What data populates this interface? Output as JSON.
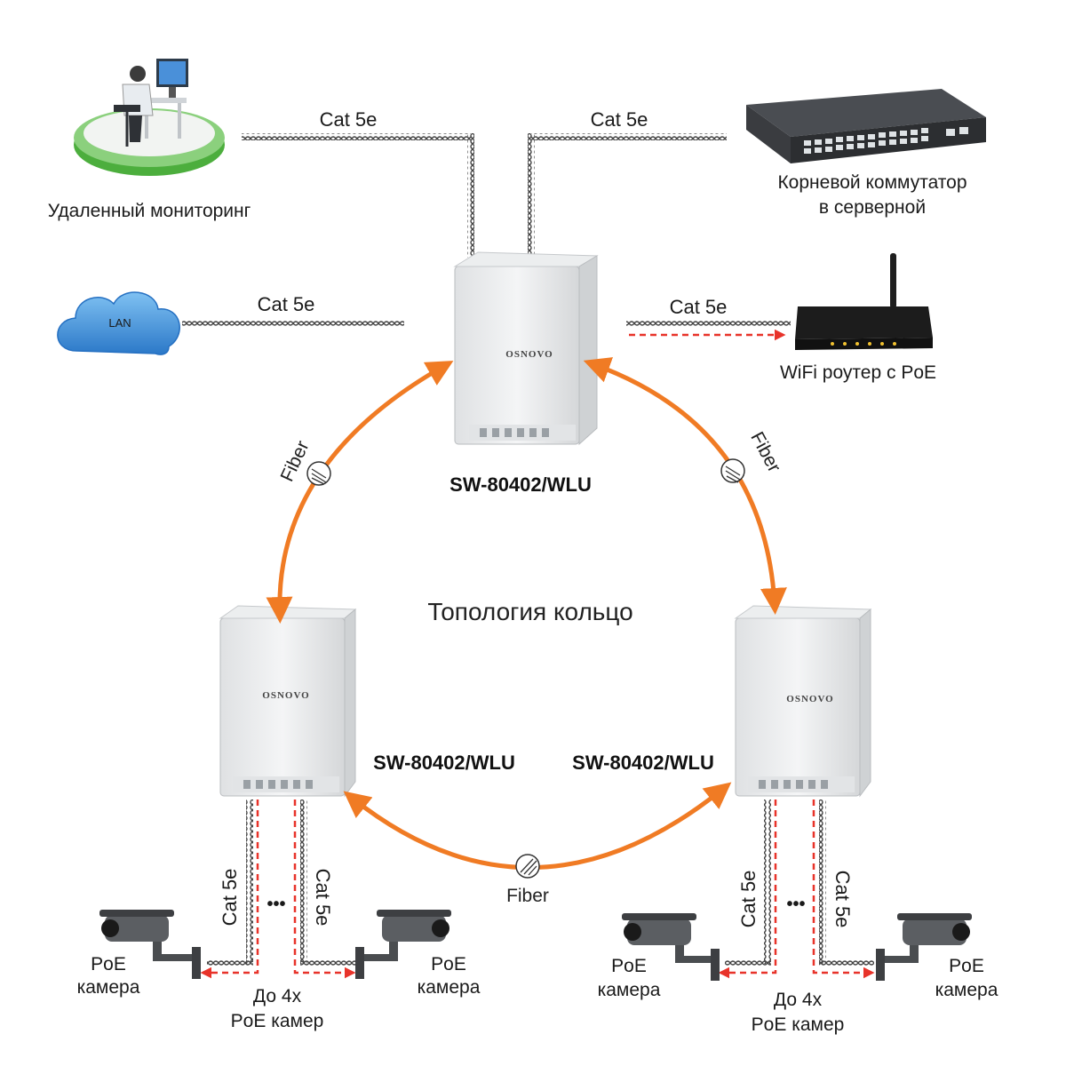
{
  "topology_title": "Топология кольцо",
  "model_name": "SW-80402/WLU",
  "brand": "OSNOVO",
  "fiber_label": "Fiber",
  "cable_label": "Cat 5e",
  "remote_monitoring": "Удаленный мониторинг",
  "root_switch": [
    "Корневой коммутатор",
    "в серверной"
  ],
  "lan_label": "LAN",
  "wifi_router": "WiFi роутер с PoE",
  "poe_camera": [
    "PoE",
    "камера"
  ],
  "up_to_cameras": [
    "До 4х",
    "PoE камер"
  ],
  "ellipsis": "•••",
  "colors": {
    "fiber": "#f07b24",
    "poe_arrow": "#e8332a",
    "cloud": "#3a8fd8",
    "platform": "#4cae3d"
  }
}
